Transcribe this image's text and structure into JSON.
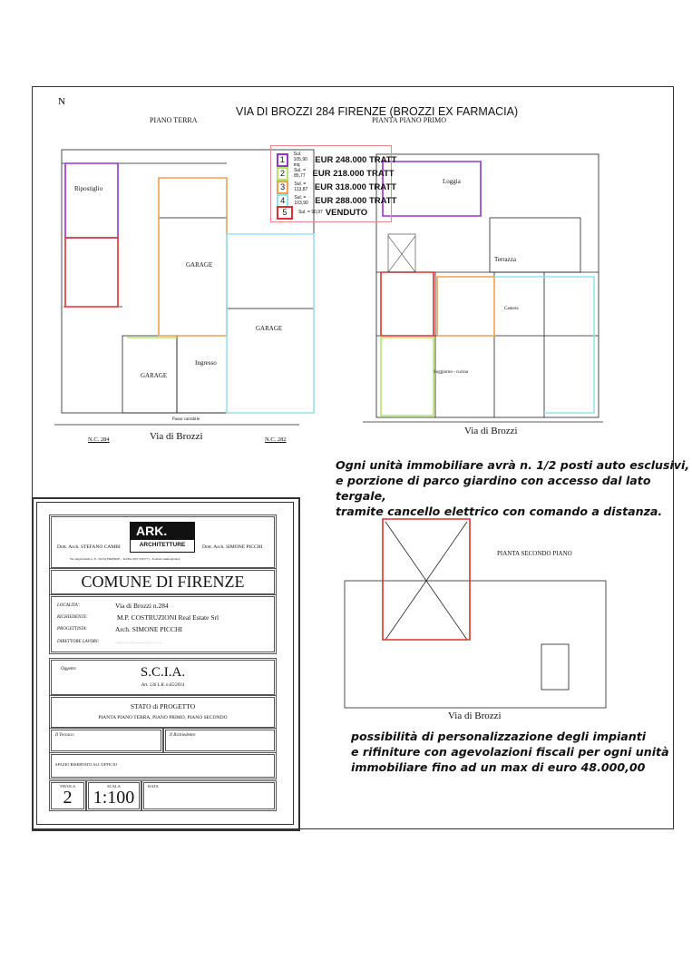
{
  "header": {
    "title": "VIA DI BROZZI 284 FIRENZE (BROZZI EX FARMACIA)",
    "north": "N",
    "ground_floor_label": "PIANO TERRA",
    "first_floor_label": "PIANTA PIANO PRIMO",
    "second_floor_label": "PIANTA SECONDO PIANO"
  },
  "legend": {
    "items": [
      {
        "num": "1",
        "sl": "Sul. 105,90 mq",
        "price": "EUR 248.000 TRATT",
        "color": "#9b30d0"
      },
      {
        "num": "2",
        "sl": "Sul. = 85,77",
        "price": "EUR 218.000 TRATT",
        "color": "#b5e46b"
      },
      {
        "num": "3",
        "sl": "Sul. = 113,87",
        "price": "EUR 318.000 TRATT",
        "color": "#f0a050"
      },
      {
        "num": "4",
        "sl": "Sul. = 103,90",
        "price": "EUR 288.000 TRATT",
        "color": "#8ee6ee"
      },
      {
        "num": "5",
        "sl": "Sul. = 90,97",
        "price": "VENDUTO",
        "color": "#e03030"
      }
    ]
  },
  "plans": {
    "street_ground": "Via di Brozzi",
    "street_first": "Via di Brozzi",
    "street_second": "Via di Brozzi",
    "nc_left": "N.C. 284",
    "nc_right": "N.C. 282",
    "rooms": {
      "garage": "GARAGE",
      "garage2": "GARAGE",
      "garage3": "GARAGE",
      "terrazza": "Terrazza",
      "loggia": "Loggia",
      "soggiorno": "Soggiorno - cucina",
      "camera": "Camera",
      "ripostiglio": "Ripostiglio",
      "ingresso": "Ingresso",
      "passo": "Passo carrabile"
    }
  },
  "promo": {
    "top_lines": [
      "Ogni unità immobiliare avrà  n. 1/2 posti auto esclusivi,",
      "e porzione di parco giardino con accesso dal lato tergale,",
      "tramite cancello elettrico con comando a distanza."
    ],
    "bottom_lines": [
      "possibilità di personalizzazione degli impianti",
      "e rifiniture con agevolazioni fiscali per ogni unità",
      "immobiliare fino ad un max di euro 48.000,00"
    ]
  },
  "title_block": {
    "logo_top": "ARK.",
    "logo_bottom": "ARCHITETTURE",
    "architect_left": "Dott. Arch. STEFANO CAMBI",
    "architect_right": "Dott. Arch. SIMONE PICCHI",
    "address": "Via degli Artisti n. 8 - 50132 FIRENZE - Tel/Fax 055 5535771 - E-mail: studio@ark.it",
    "municipality": "COMUNE DI FIRENZE",
    "fields": [
      {
        "label": "LOCALITA':",
        "value": "Via di Brozzi  n.284"
      },
      {
        "label": "RICHIEDENTE:",
        "value": "M.P. COSTRUZIONI Real Estate Srl"
      },
      {
        "label": "PROGETTISTA:",
        "value": "Arch. SIMONE PICCHI"
      },
      {
        "label": "DIRETTORE LAVORI:",
        "value": "..........................."
      }
    ],
    "oggetto_label": "Oggetto:",
    "oggetto": "S.C.I.A.",
    "oggetto_sub": "Art. 136  L.R. n.65/2014",
    "stato": "STATO di PROGETTO",
    "stato_sub": "PIANTA PIANO TERRA, PIANO PRIMO, PIANO SECONDO",
    "tecnico_label": "Il Tecnico:",
    "richiedente_label": "Il Richiedente:",
    "spazio_label": "SPAZIO RISERVATO ALL'UFFICIO",
    "tavola_label": "TAVOLA",
    "tavola": "2",
    "scala_label": "SCALA",
    "scala": "1:100",
    "data_label": "DATA"
  }
}
